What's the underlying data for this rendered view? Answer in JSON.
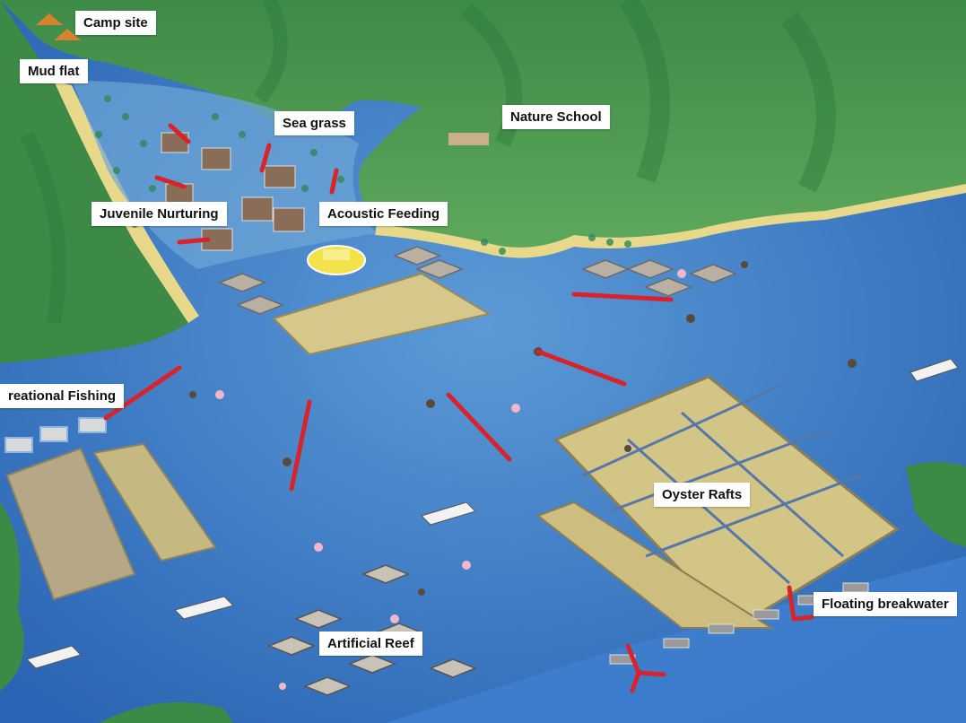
{
  "labels": {
    "camp_site": "Camp site",
    "mud_flat": "Mud flat",
    "sea_grass": "Sea grass",
    "nature_school": "Nature School",
    "juvenile_nurturing": "Juvenile Nurturing",
    "acoustic_feeding": "Acoustic Feeding",
    "recreational_fishing": "reational Fishing",
    "oyster_rafts": "Oyster Rafts",
    "floating_breakwater": "Floating breakwater",
    "artificial_reef": "Artificial Reef"
  },
  "colors": {
    "sea": "#2f72c0",
    "sea_light": "#5a9ad8",
    "land": "#4e9a52",
    "land_dark": "#2f7a3c",
    "beach": "#e8d98a",
    "raft": "#c9b877",
    "arrow": "#d9232b",
    "label_bg": "#ffffff"
  },
  "icons": [
    "fish-icon",
    "boat-icon",
    "raft-icon",
    "reef-block-icon",
    "building-icon",
    "buoy-icon"
  ]
}
